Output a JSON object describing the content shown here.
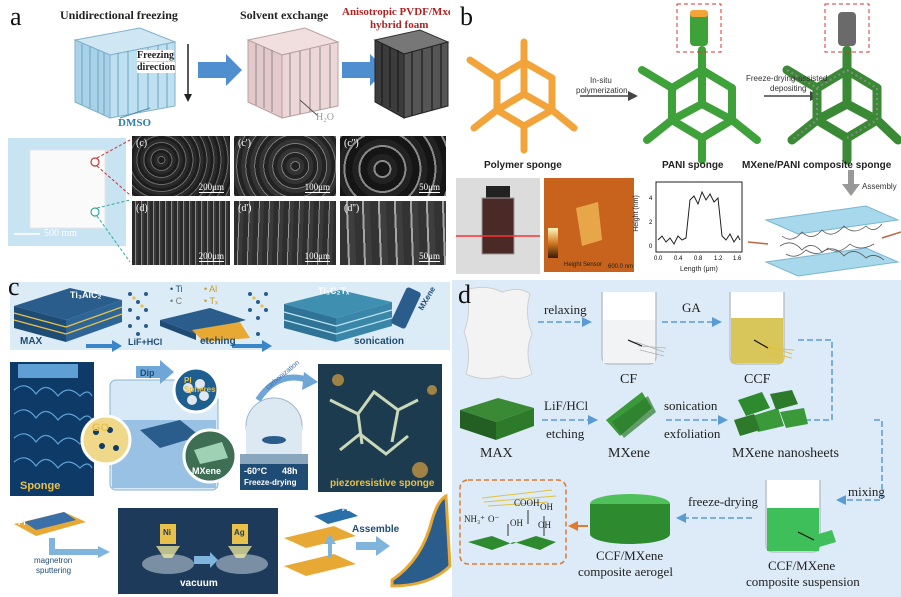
{
  "panel_a": {
    "label": "a",
    "step1": "Unidirectional freezing",
    "step2": "Solvent exchange",
    "step3_line1": "Anisotropic PVDF/Mxene",
    "step3_line2": "hybrid foam",
    "freezing_line1": "Freezing",
    "freezing_line2": "direction",
    "dmso": "DMSO",
    "h2o": "H₂O",
    "sample_scale": "500 mm",
    "sem_top": [
      {
        "label": "(c)",
        "scale": "200μm"
      },
      {
        "label": "(c')",
        "scale": "100μm"
      },
      {
        "label": "(c'')",
        "scale": "50μm"
      }
    ],
    "sem_bottom": [
      {
        "label": "(d)",
        "scale": "200μm"
      },
      {
        "label": "(d')",
        "scale": "100μm"
      },
      {
        "label": "(d'')",
        "scale": "50μm"
      }
    ]
  },
  "panel_b": {
    "label": "b",
    "arrow1_line1": "In-situ",
    "arrow1_line2": "polymerization",
    "arrow2_line1": "Freeze-drying-assisted",
    "arrow2_line2": "depositing",
    "caption1": "Polymer sponge",
    "caption2": "PANI sponge",
    "caption3": "MXene/PANI composite sponge",
    "assembly": "Assembly",
    "afm_scale_label": "Height Sensor",
    "afm_size": "600.0 nm",
    "plot_xlabel": "Length (μm)",
    "plot_ylabel": "Height (nm)",
    "plot_xticks": [
      "0.0",
      "0.4",
      "0.8",
      "1.2",
      "1.6"
    ],
    "plot_yticks": [
      "0",
      "2",
      "4"
    ]
  },
  "panel_c": {
    "label": "c",
    "max_formula": "Ti₃AlC₂",
    "legend_ti": "• Ti",
    "legend_al": "• Al",
    "legend_c": "• C",
    "legend_tx": "• Tₓ",
    "mxene_formula": "Ti₃C₂Tₓ",
    "mxene_vial": "MXene",
    "max": "MAX",
    "lif_hcl": "LiF+HCl",
    "etching": "etching",
    "sonication": "sonication",
    "dip": "Dip",
    "pi_spheres": "PI Spheres",
    "go": "GO",
    "sponge": "Sponge",
    "mxene": "MXene",
    "freeze_temp": "-60°C",
    "freeze_time": "48h",
    "freeze_drying": "Freeze-drying",
    "carbonization": "carbonization",
    "piezo": "piezoresistive sponge",
    "pi": "PI",
    "magnetron_line1": "magnetron",
    "magnetron_line2": "sputtering",
    "vacuum": "vacuum",
    "ni": "Ni",
    "ag": "Ag",
    "pe": "PE",
    "assemble": "Assemble"
  },
  "panel_d": {
    "label": "d",
    "relaxing": "relaxing",
    "ga": "GA",
    "cf": "CF",
    "ccf": "CCF",
    "lif_hcl": "LiF/HCl",
    "etching": "etching",
    "sonication": "sonication",
    "exfoliation": "exfoliation",
    "max": "MAX",
    "mxene": "MXene",
    "nanosheets": "MXene nanosheets",
    "freeze_drying": "freeze-drying",
    "mixing": "mixing",
    "aerogel_line1": "CCF/MXene",
    "aerogel_line2": "composite aerogel",
    "suspension_line1": "CCF/MXene",
    "suspension_line2": "composite suspension",
    "cooh": "COOH",
    "oh1": "OH",
    "oh2": "OH",
    "oh3": "OH",
    "nh3": "NH₃⁺",
    "o_minus": "O⁻"
  }
}
